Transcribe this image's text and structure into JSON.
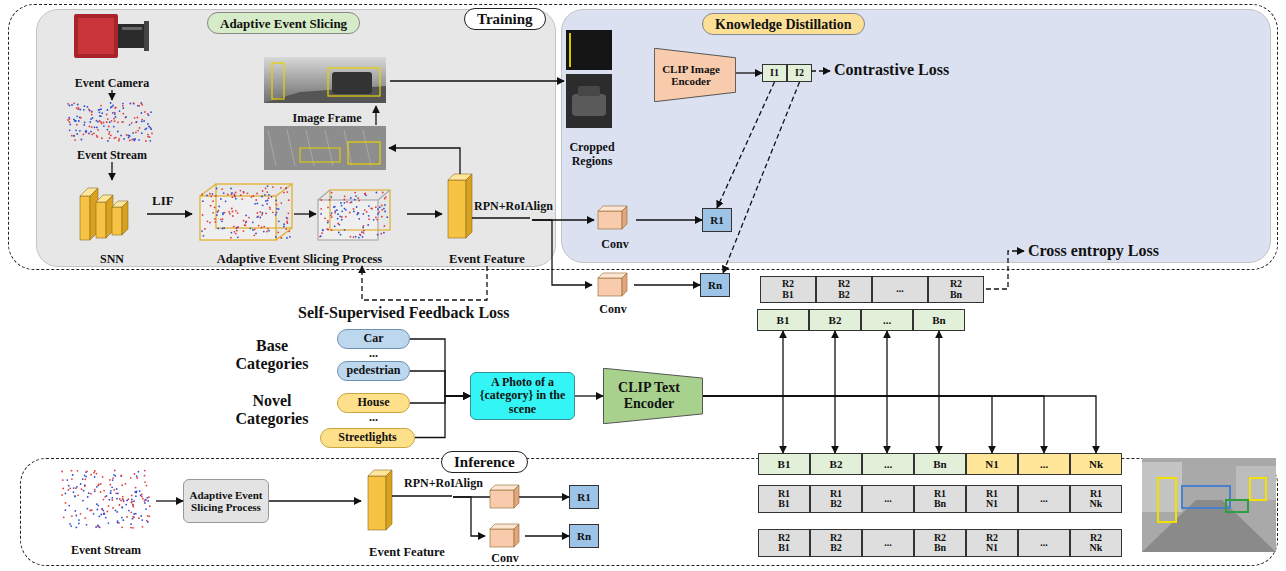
{
  "diagram": {
    "nodes": [
      {
        "text": [
          "Training"
        ]
      },
      {
        "text": [
          "Adaptive Event Slicing"
        ],
        "in": 0
      },
      {
        "text": [
          "Knowledge Distillation"
        ],
        "in": 0
      },
      {
        "text": [
          "Event Camera"
        ],
        "in": 1
      },
      {
        "text": [
          "Event Stream"
        ],
        "in": 1
      },
      {
        "text": [
          "SNN"
        ],
        "in": 1
      },
      {
        "text": [
          "Adaptive Event Slicing Process"
        ],
        "in": 1
      },
      {
        "text": [
          "Event Feature"
        ],
        "in": 1
      },
      {
        "text": [
          "Image Frame"
        ],
        "in": 1
      },
      {
        "text": [
          "Cropped Regions"
        ],
        "in": 2
      },
      {
        "text": [
          "CLIP Image Encoder"
        ],
        "in": 2
      },
      {
        "text": [
          "I1"
        ],
        "in": 2
      },
      {
        "text": [
          "I2"
        ],
        "in": 2
      },
      {
        "text": [
          "Conv"
        ],
        "in": 2
      },
      {
        "text": [
          "R1"
        ],
        "in": 2
      },
      {
        "text": [
          "Conv"
        ]
      },
      {
        "text": [
          "Rn"
        ]
      },
      {
        "text": [
          "R2 B1"
        ]
      },
      {
        "text": [
          "R2 B2"
        ]
      },
      {
        "text": [
          "..."
        ]
      },
      {
        "text": [
          "R2 Bn"
        ]
      },
      {
        "text": [
          "B1"
        ]
      },
      {
        "text": [
          "B2"
        ]
      },
      {
        "text": [
          "..."
        ]
      },
      {
        "text": [
          "Bn"
        ]
      },
      {
        "text": [
          "Car"
        ]
      },
      {
        "text": [
          "pedestrian"
        ]
      },
      {
        "text": [
          "House"
        ]
      },
      {
        "text": [
          "Streetlights"
        ]
      },
      {
        "text": [
          "A Photo of a {category} in the scene"
        ]
      },
      {
        "text": [
          "CLIP Text Encoder"
        ]
      },
      {
        "text": [
          "Inference"
        ]
      },
      {
        "text": [
          "Event Stream"
        ],
        "in": 31
      },
      {
        "text": [
          "Adaptive Event Slicing Process"
        ],
        "in": 31
      },
      {
        "text": [
          "Event Feature"
        ],
        "in": 31
      },
      {
        "text": [
          "Conv"
        ],
        "in": 31
      },
      {
        "text": [
          "R1"
        ],
        "in": 31
      },
      {
        "text": [
          "Rn"
        ],
        "in": 31
      },
      {
        "text": [
          "B1"
        ],
        "in": 31
      },
      {
        "text": [
          "B2"
        ],
        "in": 31
      },
      {
        "text": [
          "..."
        ],
        "in": 31
      },
      {
        "text": [
          "Bn"
        ],
        "in": 31
      },
      {
        "text": [
          "N1"
        ],
        "in": 31
      },
      {
        "text": [
          "..."
        ],
        "in": 31
      },
      {
        "text": [
          "Nk"
        ],
        "in": 31
      },
      {
        "text": [
          "R1 B1"
        ],
        "in": 31
      },
      {
        "text": [
          "R1 B2"
        ],
        "in": 31
      },
      {
        "text": [
          "..."
        ],
        "in": 31
      },
      {
        "text": [
          "R1 Bn"
        ],
        "in": 31
      },
      {
        "text": [
          "R1 N1"
        ],
        "in": 31
      },
      {
        "text": [
          "..."
        ],
        "in": 31
      },
      {
        "text": [
          "R1 Nk"
        ],
        "in": 31
      },
      {
        "text": [
          "R2 B1"
        ],
        "in": 31
      },
      {
        "text": [
          "R2 B2"
        ],
        "in": 31
      },
      {
        "text": [
          "..."
        ],
        "in": 31
      },
      {
        "text": [
          "R2 Bn"
        ],
        "in": 31
      },
      {
        "text": [
          "R2 N1"
        ],
        "in": 31
      },
      {
        "text": [
          "..."
        ],
        "in": 31
      },
      {
        "text": [
          "R2 Nk"
        ],
        "in": 31
      }
    ],
    "edges": [
      {
        "from": 3,
        "to": 4,
        "arrow": "to"
      },
      {
        "from": 4,
        "to": 5,
        "arrow": "to"
      },
      {
        "from": 5,
        "to": 6,
        "arrow": "to",
        "label": "LIF"
      },
      {
        "from": 6,
        "to": 7,
        "arrow": "to"
      },
      {
        "from": 8,
        "to": 9,
        "arrow": "to"
      },
      {
        "from": 10,
        "to": 11,
        "arrow": "to"
      },
      {
        "from": 13,
        "to": 14,
        "arrow": "to"
      },
      {
        "from": 15,
        "to": 16,
        "arrow": "to"
      },
      {
        "from": 11,
        "to": 14,
        "arrow": "to"
      },
      {
        "from": 12,
        "to": 16,
        "arrow": "to"
      },
      {
        "from": 7,
        "to": 13,
        "arrow": "to",
        "label": "RPN+RoIAlign"
      },
      {
        "from": 7,
        "to": 15,
        "arrow": "to"
      },
      {
        "from": 7,
        "to": 6,
        "arrow": "to",
        "label": "Self-Supervised Feedback Loss"
      },
      {
        "from": 25,
        "to": 29,
        "arrow": "to"
      },
      {
        "from": 26,
        "to": 29,
        "arrow": "to"
      },
      {
        "from": 27,
        "to": 29,
        "arrow": "to"
      },
      {
        "from": 28,
        "to": 29,
        "arrow": "to"
      },
      {
        "from": 29,
        "to": 30,
        "arrow": "to"
      },
      {
        "from": 21,
        "to": 38,
        "arrow": "both"
      },
      {
        "from": 22,
        "to": 39,
        "arrow": "both"
      },
      {
        "from": 23,
        "to": 40,
        "arrow": "both"
      },
      {
        "from": 24,
        "to": 41,
        "arrow": "both"
      },
      {
        "from": 30,
        "to": 42,
        "arrow": "to"
      },
      {
        "from": 30,
        "to": 43,
        "arrow": "to"
      },
      {
        "from": 30,
        "to": 44,
        "arrow": "to"
      },
      {
        "from": 32,
        "to": 33,
        "arrow": "to"
      },
      {
        "from": 33,
        "to": 34,
        "arrow": "to"
      },
      {
        "from": 34,
        "to": 36,
        "arrow": "to",
        "label": "RPN+RoIAlign"
      },
      {
        "from": 34,
        "to": 35,
        "arrow": "to"
      },
      {
        "from": 35,
        "to": 37,
        "arrow": "to"
      }
    ],
    "labels": [
      "Contrastive Loss",
      "Cross entropy Loss",
      "Base Categories",
      "...",
      "...",
      "Novel Categories"
    ]
  }
}
